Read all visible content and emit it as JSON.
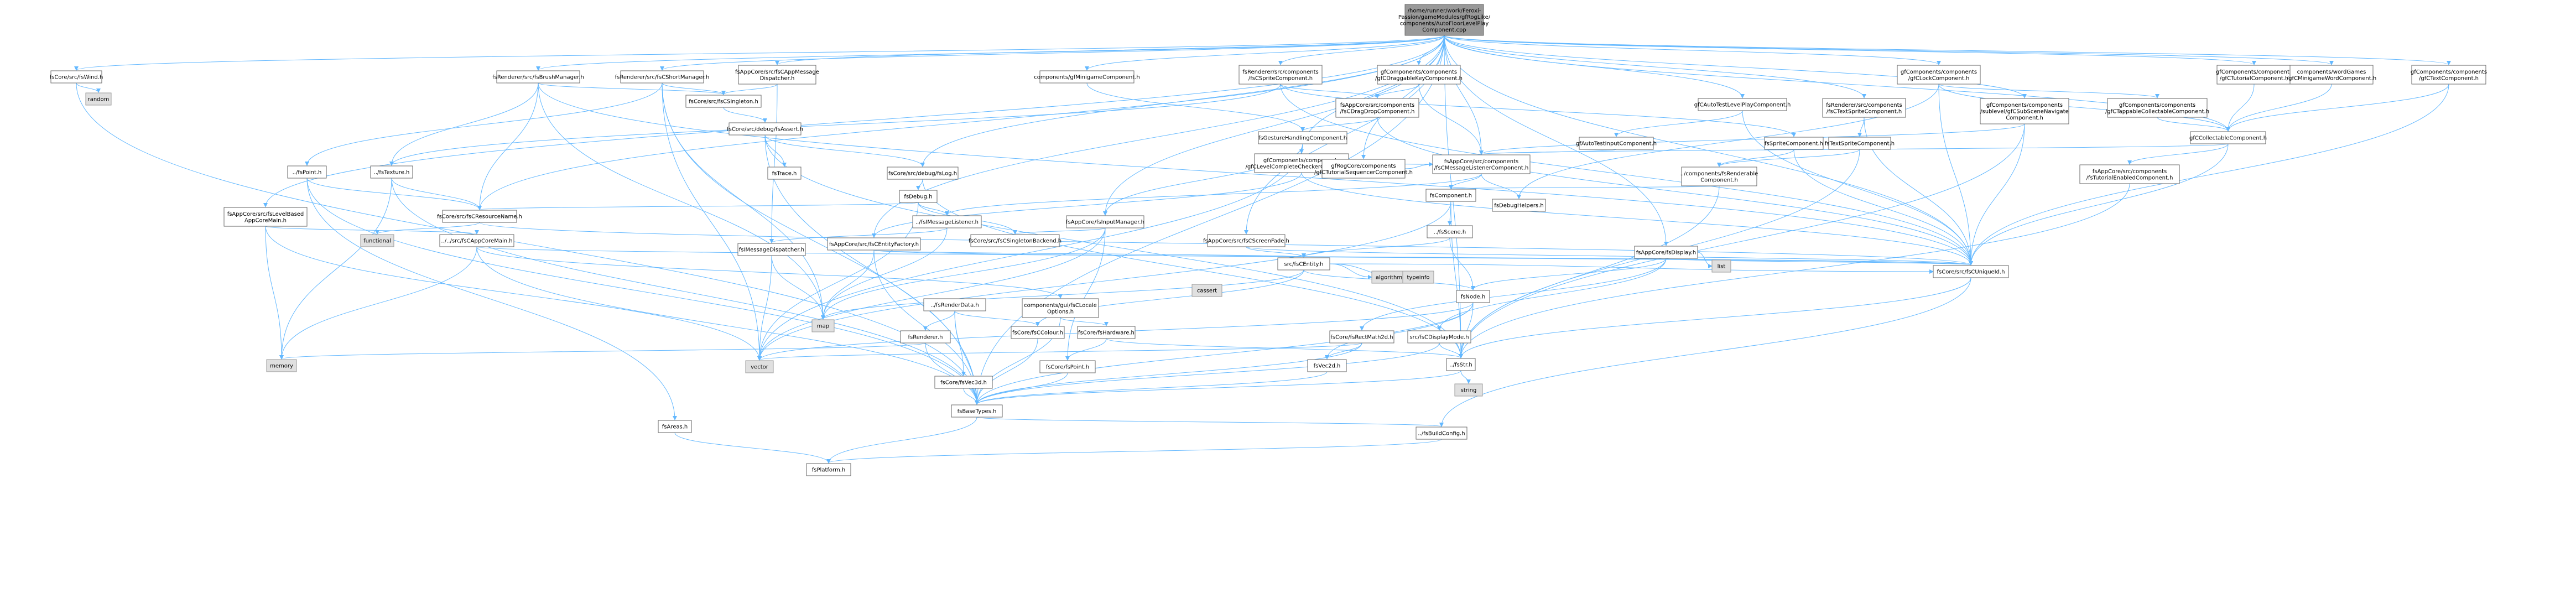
{
  "root": {
    "id": "root",
    "lines": [
      "/home/runner/work/Feroxi-",
      "Passion/gameModules/gfRogLike/",
      "components/AutoFloorLevelPlay",
      "Component.cpp"
    ]
  },
  "nodes": [
    {
      "id": "n1",
      "lines": [
        "fsCore/src/fsWind.h"
      ]
    },
    {
      "id": "n2",
      "lines": [
        "random"
      ],
      "sys": true
    },
    {
      "id": "n3",
      "lines": [
        "fsRenderer/src/fsBrushManager.h"
      ]
    },
    {
      "id": "n4",
      "lines": [
        "fsRenderer/src/fsCShortManager.h"
      ]
    },
    {
      "id": "n5",
      "lines": [
        "fsAppCore/src/fsCAppMessage",
        "Dispatcher.h"
      ]
    },
    {
      "id": "n6",
      "lines": [
        "components/gfMinigameComponent.h"
      ]
    },
    {
      "id": "n7",
      "lines": [
        "fsRenderer/src/components",
        "/fsCSpriteComponent.h"
      ]
    },
    {
      "id": "n8",
      "lines": [
        "gfComponents/components",
        "/gfCDraggableKeyComponent.h"
      ]
    },
    {
      "id": "n9",
      "lines": [
        "gfComponents/components",
        "/gfCLockComponent.h"
      ]
    },
    {
      "id": "n10",
      "lines": [
        "gfComponents/components",
        "/gfCTutorialComponent.h"
      ]
    },
    {
      "id": "n11",
      "lines": [
        "components/wordGames",
        "/gfCMinigameWordComponent.h"
      ]
    },
    {
      "id": "n12",
      "lines": [
        "gfComponents/components",
        "/gfCTextComponent.h"
      ]
    },
    {
      "id": "n13",
      "lines": [
        "fsCore/src/fsCSingleton.h"
      ]
    },
    {
      "id": "n14",
      "lines": [
        "fsAppCore/src/components",
        "/fsCDragDropComponent.h"
      ]
    },
    {
      "id": "n15",
      "lines": [
        "gfCAutoTestLevelPlayComponent.h"
      ]
    },
    {
      "id": "n16",
      "lines": [
        "fsRenderer/src/components",
        "/fsCTextSpriteComponent.h"
      ]
    },
    {
      "id": "n17",
      "lines": [
        "gfComponents/components",
        "/sublevel/gfCSubSceneNavigate",
        "Component.h"
      ]
    },
    {
      "id": "n18",
      "lines": [
        "gfComponents/components",
        "/gfCTappableCollectableComponent.h"
      ]
    },
    {
      "id": "n19",
      "lines": [
        "fsCore/src/debug/fsAssert.h"
      ]
    },
    {
      "id": "n20",
      "lines": [
        "fsCore/src/debug/fsLog.h"
      ]
    },
    {
      "id": "n21",
      "lines": [
        "fsGestureHandlingComponent.h"
      ]
    },
    {
      "id": "n22",
      "lines": [
        "gfComponents/components",
        "/gfCLevelCompleteCheckerComponent.h"
      ]
    },
    {
      "id": "n23",
      "lines": [
        "gfRogCore/components",
        "/gfCTutorialSequencerComponent.h"
      ]
    },
    {
      "id": "n24",
      "lines": [
        "gfAutoTestInputComponent.h"
      ]
    },
    {
      "id": "n25",
      "lines": [
        "fsSpriteComponent.h"
      ]
    },
    {
      "id": "n26",
      "lines": [
        "fsTextSpriteComponent.h"
      ]
    },
    {
      "id": "n27",
      "lines": [
        "gfCCollectableComponent.h"
      ]
    },
    {
      "id": "n28",
      "lines": [
        "fsTrace.h"
      ]
    },
    {
      "id": "n29",
      "lines": [
        "../fsPoint.h"
      ]
    },
    {
      "id": "n30",
      "lines": [
        "../fsTexture.h"
      ]
    },
    {
      "id": "n31",
      "lines": [
        "fsDebug.h"
      ]
    },
    {
      "id": "n32",
      "lines": [
        "fsAppCore/src/components",
        "/fsCMessageListenerComponent.h"
      ]
    },
    {
      "id": "n33",
      "lines": [
        "../components/fsRenderable",
        "Component.h"
      ]
    },
    {
      "id": "n34",
      "lines": [
        "fsAppCore/src/components",
        "/fsTutorialEnabledComponent.h"
      ]
    },
    {
      "id": "n35",
      "lines": [
        "fsAppCore/src/fsLevelBased",
        "AppCoreMain.h"
      ]
    },
    {
      "id": "n36",
      "lines": [
        "fsCore/src/fsCResourceName.h"
      ]
    },
    {
      "id": "n37",
      "lines": [
        "../fsIMessageListener.h"
      ]
    },
    {
      "id": "n38",
      "lines": [
        "fsAppCore/fsInputManager.h"
      ]
    },
    {
      "id": "n39",
      "lines": [
        "fsComponent.h"
      ]
    },
    {
      "id": "n40",
      "lines": [
        "fsDebugHelpers.h"
      ]
    },
    {
      "id": "n41",
      "lines": [
        "functional"
      ],
      "sys": true
    },
    {
      "id": "n42",
      "lines": [
        "../../src/fsCAppCoreMain.h"
      ]
    },
    {
      "id": "n43",
      "lines": [
        "fsIMessageDispatcher.h"
      ]
    },
    {
      "id": "n44",
      "lines": [
        "fsAppCore/src/fsCEntityFactory.h"
      ]
    },
    {
      "id": "n45",
      "lines": [
        "fsCore/src/fsCSingletonBackend.h"
      ]
    },
    {
      "id": "n46",
      "lines": [
        "fsAppCore/src/fsCScreenFade.h"
      ]
    },
    {
      "id": "n47",
      "lines": [
        "../fsScene.h"
      ]
    },
    {
      "id": "n48",
      "lines": [
        "src/fsCEntity.h"
      ]
    },
    {
      "id": "n49",
      "lines": [
        "fsAppCore/fsDisplay.h"
      ]
    },
    {
      "id": "n50",
      "lines": [
        "list"
      ],
      "sys": true
    },
    {
      "id": "n51",
      "lines": [
        "cassert"
      ],
      "sys": true
    },
    {
      "id": "n52",
      "lines": [
        "../fsRenderData.h"
      ]
    },
    {
      "id": "n53",
      "lines": [
        "components/gui/fsCLocale",
        "Options.h"
      ]
    },
    {
      "id": "n54",
      "lines": [
        "algorithm"
      ],
      "sys": true
    },
    {
      "id": "n55",
      "lines": [
        "typeinfo"
      ],
      "sys": true
    },
    {
      "id": "n56",
      "lines": [
        "fsNode.h"
      ]
    },
    {
      "id": "n57",
      "lines": [
        "fsCore/src/fsCUniqueId.h"
      ]
    },
    {
      "id": "n58",
      "lines": [
        "map"
      ],
      "sys": true
    },
    {
      "id": "n59",
      "lines": [
        "fsRenderer.h"
      ]
    },
    {
      "id": "n60",
      "lines": [
        "fsCore/fsCColour.h"
      ]
    },
    {
      "id": "n61",
      "lines": [
        "fsCore/fsHardware.h"
      ]
    },
    {
      "id": "n62",
      "lines": [
        "fsCore/fsRectMath2d.h"
      ]
    },
    {
      "id": "n63",
      "lines": [
        "src/fsCDisplayMode.h"
      ]
    },
    {
      "id": "n64",
      "lines": [
        "memory"
      ],
      "sys": true
    },
    {
      "id": "n65",
      "lines": [
        "vector"
      ],
      "sys": true
    },
    {
      "id": "n66",
      "lines": [
        "fsCore/fsVec3d.h"
      ]
    },
    {
      "id": "n67",
      "lines": [
        "fsCore/fsPoint.h"
      ]
    },
    {
      "id": "n68",
      "lines": [
        "fsVec2d.h"
      ]
    },
    {
      "id": "n69",
      "lines": [
        "../fsStr.h"
      ]
    },
    {
      "id": "n70",
      "lines": [
        "string"
      ],
      "sys": true
    },
    {
      "id": "n71",
      "lines": [
        "fsAreas.h"
      ]
    },
    {
      "id": "n72",
      "lines": [
        "fsBaseTypes.h"
      ]
    },
    {
      "id": "n73",
      "lines": [
        "../fsBuildConfig.h"
      ]
    },
    {
      "id": "n74",
      "lines": [
        "fsPlatform.h"
      ]
    }
  ]
}
